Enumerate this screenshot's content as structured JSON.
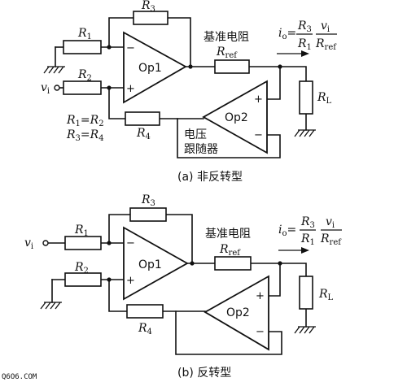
{
  "circuit_a": {
    "r3": "R",
    "r3_sub": "3",
    "r1": "R",
    "r1_sub": "1",
    "r2": "R",
    "r2_sub": "2",
    "r4": "R",
    "r4_sub": "4",
    "rref": "R",
    "rref_sub": "ref",
    "rl": "R",
    "rl_sub": "L",
    "op1": "Op1",
    "op2": "Op2",
    "ref_resistor_label": "基准电阻",
    "follower_label_line1": "电压",
    "follower_label_line2": "跟随器",
    "input": "v",
    "input_sub": "i",
    "eq1_a": "R",
    "eq1_a_sub": "1",
    "eq1_mid": "=",
    "eq1_b": "R",
    "eq1_b_sub": "2",
    "eq2_a": "R",
    "eq2_a_sub": "3",
    "eq2_mid": "=",
    "eq2_b": "R",
    "eq2_b_sub": "4",
    "formula_lhs": "i",
    "formula_lhs_sub": "o",
    "formula_eq": "=",
    "formula_num1": "R",
    "formula_num1_sub": "3",
    "formula_den1": "R",
    "formula_den1_sub": "1",
    "formula_num2": "v",
    "formula_num2_sub": "i",
    "formula_den2": "R",
    "formula_den2_sub": "ref",
    "caption": "(a) 非反转型"
  },
  "circuit_b": {
    "r3": "R",
    "r3_sub": "3",
    "r1": "R",
    "r1_sub": "1",
    "r2": "R",
    "r2_sub": "2",
    "r4": "R",
    "r4_sub": "4",
    "rref": "R",
    "rref_sub": "ref",
    "rl": "R",
    "rl_sub": "L",
    "op1": "Op1",
    "op2": "Op2",
    "ref_resistor_label": "基准电阻",
    "input": "v",
    "input_sub": "i",
    "formula_lhs": "i",
    "formula_lhs_sub": "o",
    "formula_eq": "=",
    "formula_num1": "R",
    "formula_num1_sub": "3",
    "formula_den1": "R",
    "formula_den1_sub": "1",
    "formula_num2": "v",
    "formula_num2_sub": "i",
    "formula_den2": "R",
    "formula_den2_sub": "ref",
    "caption": "(b) 反转型"
  },
  "signs": {
    "minus": "−",
    "plus": "+"
  },
  "watermark": "Q6O6.COM",
  "colors": {
    "ink": "#111111",
    "background": "#ffffff"
  }
}
